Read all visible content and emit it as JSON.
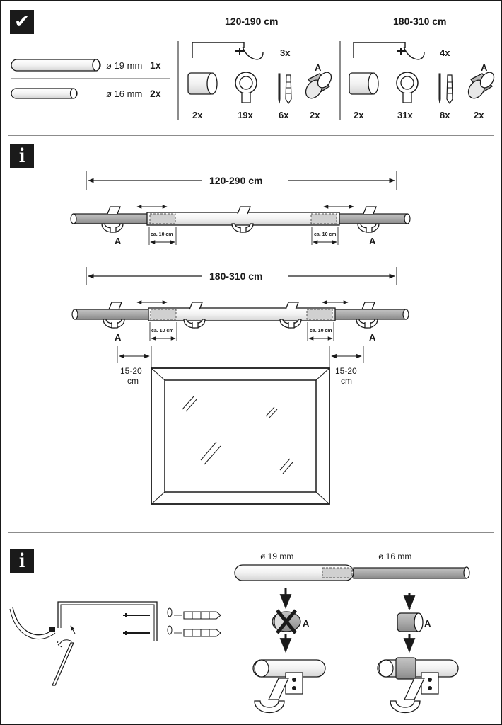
{
  "section1": {
    "badge": "✔",
    "tube19_label": "ø 19 mm",
    "tube19_qty": "1x",
    "tube16_label": "ø 16 mm",
    "tube16_qty": "2x",
    "kit_a": {
      "range": "120-190 cm",
      "bracket_qty": "3x",
      "endcap_qty": "2x",
      "ring_qty": "19x",
      "screw_qty": "6x",
      "connector_letter": "A",
      "connector_qty": "2x"
    },
    "kit_b": {
      "range": "180-310 cm",
      "bracket_qty": "4x",
      "endcap_qty": "2x",
      "ring_qty": "31x",
      "screw_qty": "8x",
      "connector_letter": "A",
      "connector_qty": "2x"
    }
  },
  "section2": {
    "badge": "i",
    "rod1": {
      "range": "120-290 cm",
      "overlap_left": "ca. 10 cm",
      "overlap_right": "ca. 10 cm",
      "marker_left": "A",
      "marker_right": "A"
    },
    "rod2": {
      "range": "180-310 cm",
      "overlap_left": "ca. 10 cm",
      "overlap_right": "ca. 10 cm",
      "marker_left": "A",
      "marker_right": "A"
    },
    "offset_left_1": "15-20",
    "offset_left_2": "cm",
    "offset_right_1": "15-20",
    "offset_right_2": "cm"
  },
  "section3": {
    "badge": "i",
    "dia19": "ø 19 mm",
    "dia16": "ø 16 mm",
    "wrong_letter": "A",
    "right_letter": "A"
  }
}
